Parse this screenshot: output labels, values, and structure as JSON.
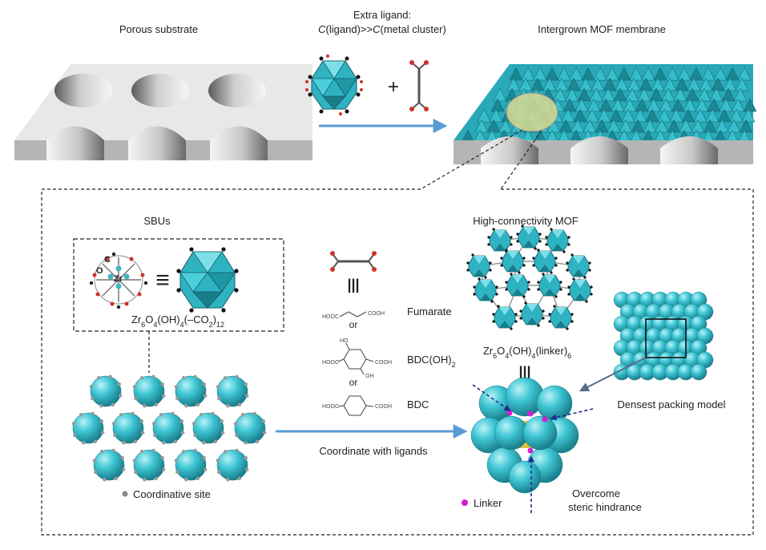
{
  "top": {
    "substrate_label": "Porous substrate",
    "extra_ligand_line1": "Extra ligand:",
    "extra_ligand_line2_parts": [
      "C",
      "(ligand)>>",
      "C",
      "(metal cluster)"
    ],
    "plus_sign": "+",
    "membrane_label": "Intergrown MOF membrane"
  },
  "sbu_panel": {
    "title": "SBUs",
    "atom_c": "C",
    "atom_o": "O",
    "atom_zr": "Zr",
    "equiv_sign": "≡",
    "formula_parts": [
      "Zr",
      "6",
      "O",
      "4",
      "(OH)",
      "4",
      "(–CO",
      "2",
      ")",
      "12"
    ]
  },
  "ligands": {
    "equiv_sign": "|||",
    "or_label": "or",
    "fumarate_label": "Fumarate",
    "bdc_oh_label_parts": [
      "BDC(OH)",
      "2"
    ],
    "bdc_label": "BDC",
    "fumarate_groups": {
      "left": "HOOC",
      "right": "COOH"
    },
    "bdc_oh_groups": {
      "left": "HOOC",
      "right": "COOH",
      "top": "HO",
      "bottom": "OH"
    },
    "bdc_groups": {
      "left": "HOOC",
      "right": "COOH"
    }
  },
  "mof": {
    "title": "High-connectivity MOF",
    "formula_parts": [
      "Zr",
      "6",
      "O",
      "4",
      "(OH)",
      "4",
      "(linker)",
      "6"
    ],
    "equiv_sign": "|||"
  },
  "bottom": {
    "coordinate_label": "Coordinate with ligands",
    "coordinative_site_label": "Coordinative site",
    "linker_label": "Linker",
    "steric_line1": "Overcome",
    "steric_line2": "steric hindrance",
    "densest_label": "Densest packing model"
  },
  "colors": {
    "cluster_cyan": "#3fc6d4",
    "arrow_blue": "#5b9bd5",
    "linker_magenta": "#d41fd0",
    "dashed_navy": "#1f2a8c",
    "highlight_yellow": "#d8d98f"
  }
}
